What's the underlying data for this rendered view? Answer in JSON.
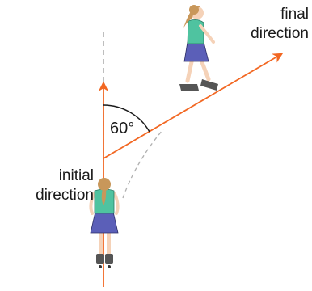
{
  "labels": {
    "initial_line1": "initial",
    "initial_line2": "direction",
    "final_line1": "final",
    "final_line2": "direction",
    "angle": "60°"
  },
  "colors": {
    "arrow": "#f26722",
    "reference_line": "#9a9a9a",
    "arc": "#1a1a1a",
    "shirt": "#4fc3a0",
    "skirt": "#5b5fb8",
    "hair": "#c8975a",
    "skin": "#f5d2b8",
    "shoe": "#555555"
  },
  "figures": [
    "skater-girl-initial",
    "skater-girl-final"
  ]
}
